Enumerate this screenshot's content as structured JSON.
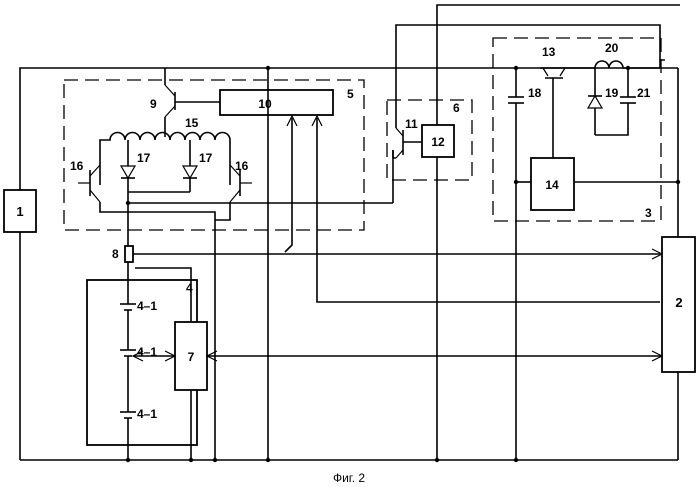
{
  "labels": {
    "b1": "1",
    "b2": "2",
    "b3": "3",
    "b4": "4",
    "b5": "5",
    "b6": "6",
    "b7": "7",
    "b8": "8",
    "b9": "9",
    "b10": "10",
    "b11": "11",
    "b12": "12",
    "b13": "13",
    "b14": "14",
    "b15": "15",
    "b16a": "16",
    "b16b": "16",
    "b17a": "17",
    "b17b": "17",
    "b18": "18",
    "b19": "19",
    "b20": "20",
    "b21": "21",
    "cell1": "4–1",
    "cell2": "4–1",
    "cell3": "4–1"
  },
  "caption": "Фиг. 2"
}
